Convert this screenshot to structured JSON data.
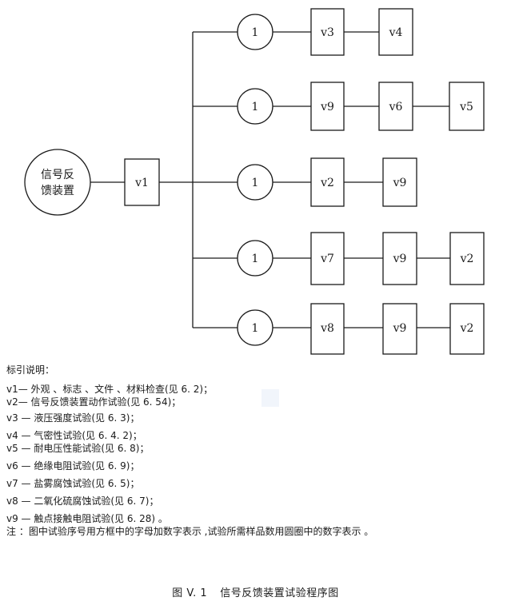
{
  "diagram": {
    "start_label_line1": "信号反",
    "start_label_line2": "馈装置",
    "hub_label": "v1",
    "circle_label": "1",
    "branches": [
      [
        "v3",
        "v4"
      ],
      [
        "v9",
        "v6",
        "v5"
      ],
      [
        "v2",
        "v9"
      ],
      [
        "v7",
        "v9",
        "v2"
      ],
      [
        "v8",
        "v9",
        "v2"
      ]
    ]
  },
  "legend": {
    "title": "标引说明：",
    "items": [
      "v1— 外观 、标志 、文件 、材料检查(见 6. 2)；",
      "v2— 信号反馈装置动作试验(见 6. 54)；",
      "v3 — 液压强度试验(见 6. 3)；",
      "v4 — 气密性试验(见 6. 4. 2)；",
      "v5 — 耐电压性能试验(见 6. 8)；",
      "v6 — 绝缘电阻试验(见 6. 9)；",
      "v7 — 盐雾腐蚀试验(见 6. 5)；",
      "v8 — 二氧化硫腐蚀试验(见 6. 7)；",
      "v9 — 触点接触电阻试验(见 6. 28) 。"
    ],
    "note": "注 ：图中试验序号用方框中的字母加数字表示 ,试验所需样品数用圆圈中的数字表示 。"
  },
  "caption": {
    "number": "图 V. 1",
    "title": "信号反馈装置试验程序图"
  }
}
